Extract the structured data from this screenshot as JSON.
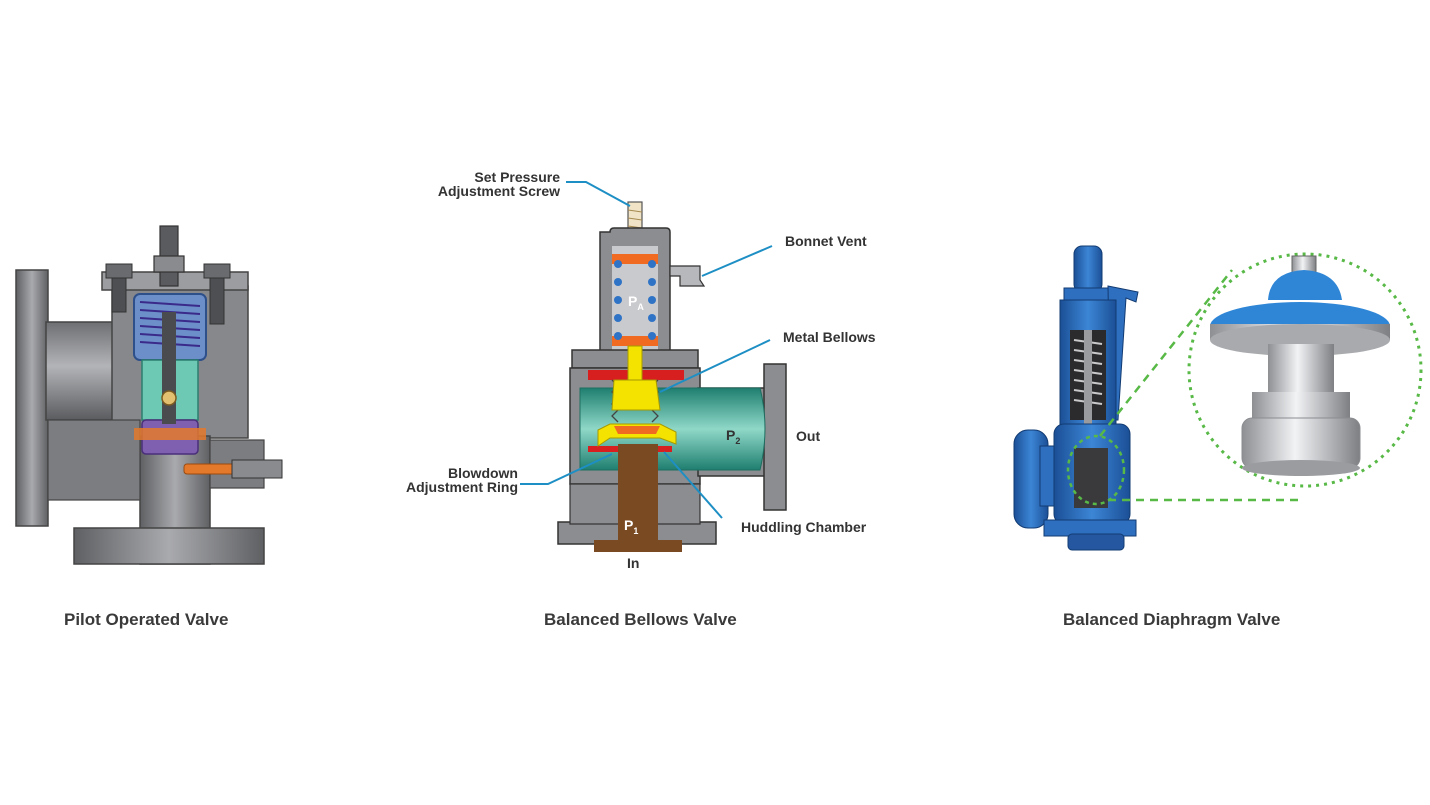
{
  "pilot": {
    "caption": "Pilot Operated Valve"
  },
  "bellows": {
    "caption": "Balanced Bellows Valve",
    "labels": {
      "set_pressure_1": "Set Pressure",
      "set_pressure_2": "Adjustment Screw",
      "bonnet_vent": "Bonnet Vent",
      "metal_bellows": "Metal Bellows",
      "out": "Out",
      "blowdown_1": "Blowdown",
      "blowdown_2": "Adjustment Ring",
      "huddling": "Huddling Chamber",
      "inlet": "In",
      "pa_main": "P",
      "pa_sub": "A",
      "p2_main": "P",
      "p2_sub": "2",
      "p1_main": "P",
      "p1_sub": "1"
    }
  },
  "diaphragm": {
    "caption": "Balanced Diaphragm Valve"
  },
  "colors": {
    "grey_body": "#8f9093",
    "teal": "#2e9c8a",
    "blue_valve": "#2f6fc0",
    "leader": "#1e8fc4",
    "green_dotted": "#58b947",
    "brown": "#7a4a22",
    "yellow": "#f4e300",
    "red": "#d81f1f",
    "orange": "#f06a22"
  }
}
